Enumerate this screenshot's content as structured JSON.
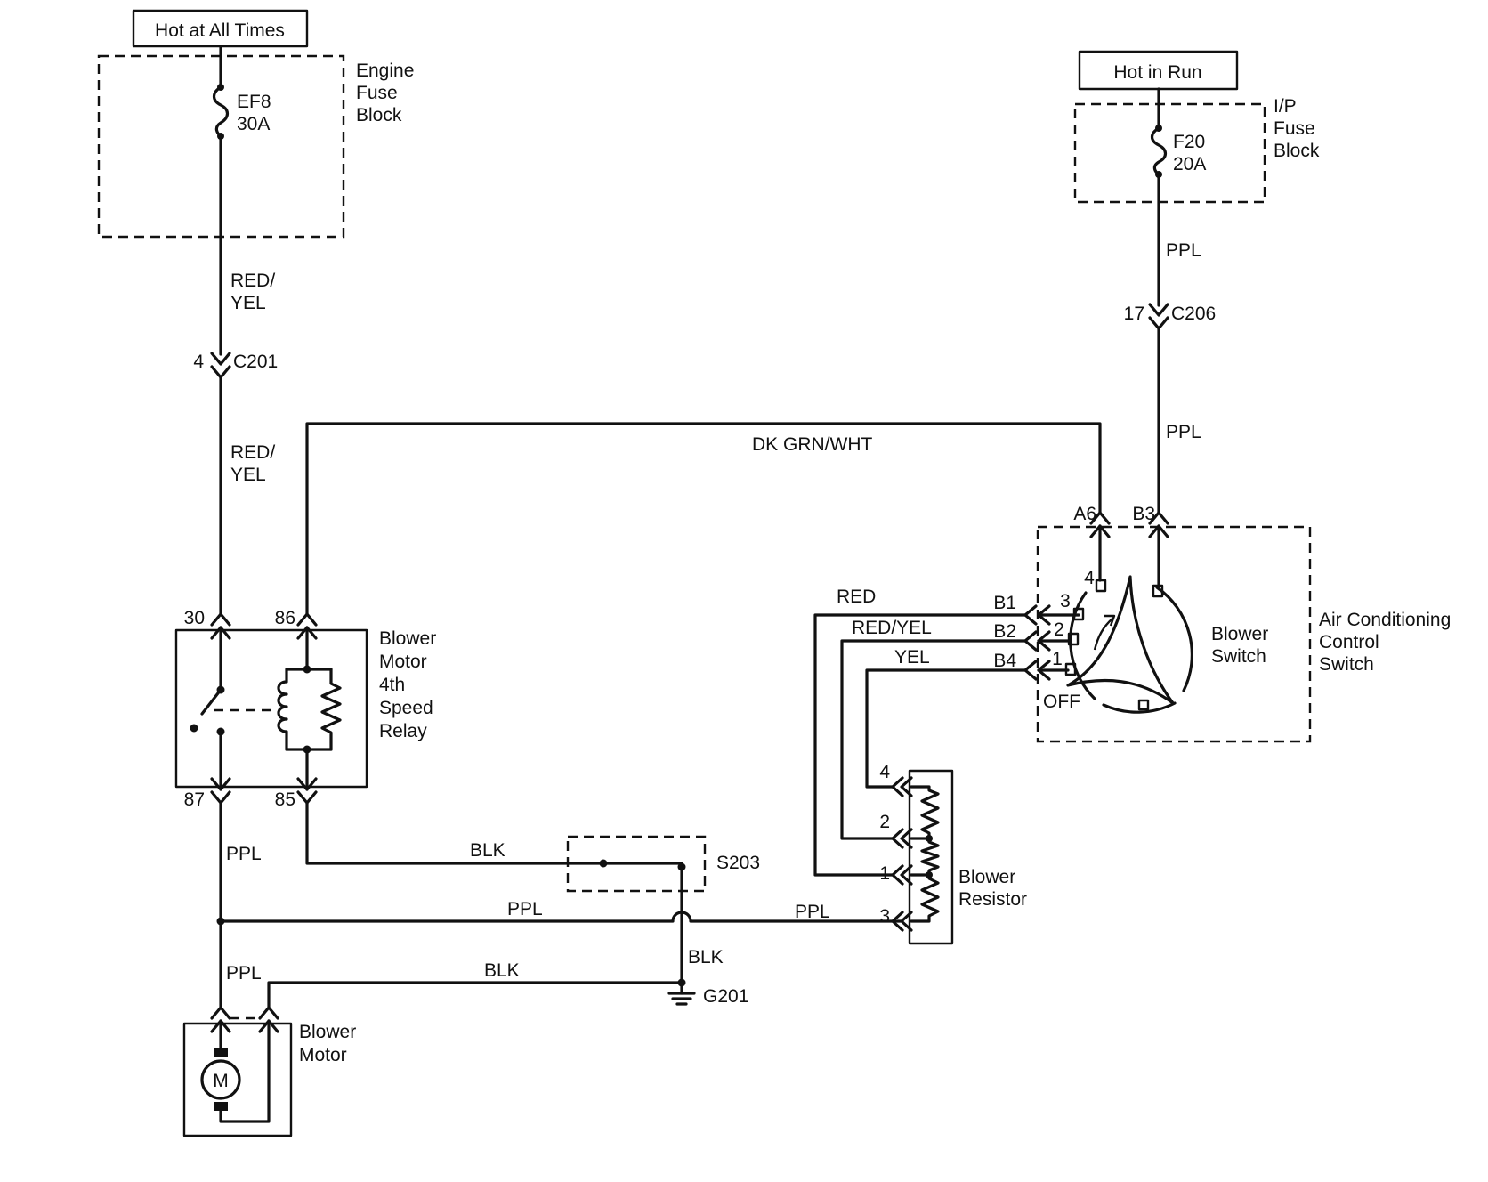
{
  "power_sources": {
    "hot_at_all_times": "Hot at All Times",
    "hot_in_run": "Hot in Run"
  },
  "engine_fuse_block": {
    "label": [
      "Engine",
      "Fuse",
      "Block"
    ],
    "fuse_name": "EF8",
    "fuse_rating": "30A"
  },
  "ip_fuse_block": {
    "label": [
      "I/P",
      "Fuse",
      "Block"
    ],
    "fuse_name": "F20",
    "fuse_rating": "20A"
  },
  "connectors": {
    "c201": {
      "name": "C201",
      "pin": "4"
    },
    "c206": {
      "name": "C206",
      "pin": "17"
    }
  },
  "wires": {
    "red_yel": [
      "RED/",
      "YEL"
    ],
    "ppl": "PPL",
    "dk_grn_wht": "DK GRN/WHT",
    "blk": "BLK",
    "red": "RED",
    "red_yel_single": "RED/YEL",
    "yel": "YEL"
  },
  "relay": {
    "label": [
      "Blower",
      "Motor",
      "4th",
      "Speed",
      "Relay"
    ],
    "pins": [
      "30",
      "86",
      "87",
      "85"
    ]
  },
  "splice": {
    "name": "S203"
  },
  "ground": {
    "name": "G201"
  },
  "blower_motor": {
    "label": [
      "Blower",
      "Motor"
    ],
    "symbol": "M"
  },
  "blower_resistor": {
    "label": [
      "Blower",
      "Resistor"
    ],
    "pins": [
      "4",
      "2",
      "1",
      "3"
    ]
  },
  "ac_control_switch": {
    "label": [
      "Air Conditioning",
      "Control",
      "Switch"
    ],
    "switch_label": [
      "Blower",
      "Switch"
    ],
    "pins": [
      "A6",
      "B3",
      "B1",
      "B2",
      "B4"
    ],
    "positions": [
      "4",
      "3",
      "2",
      "1",
      "OFF"
    ]
  }
}
